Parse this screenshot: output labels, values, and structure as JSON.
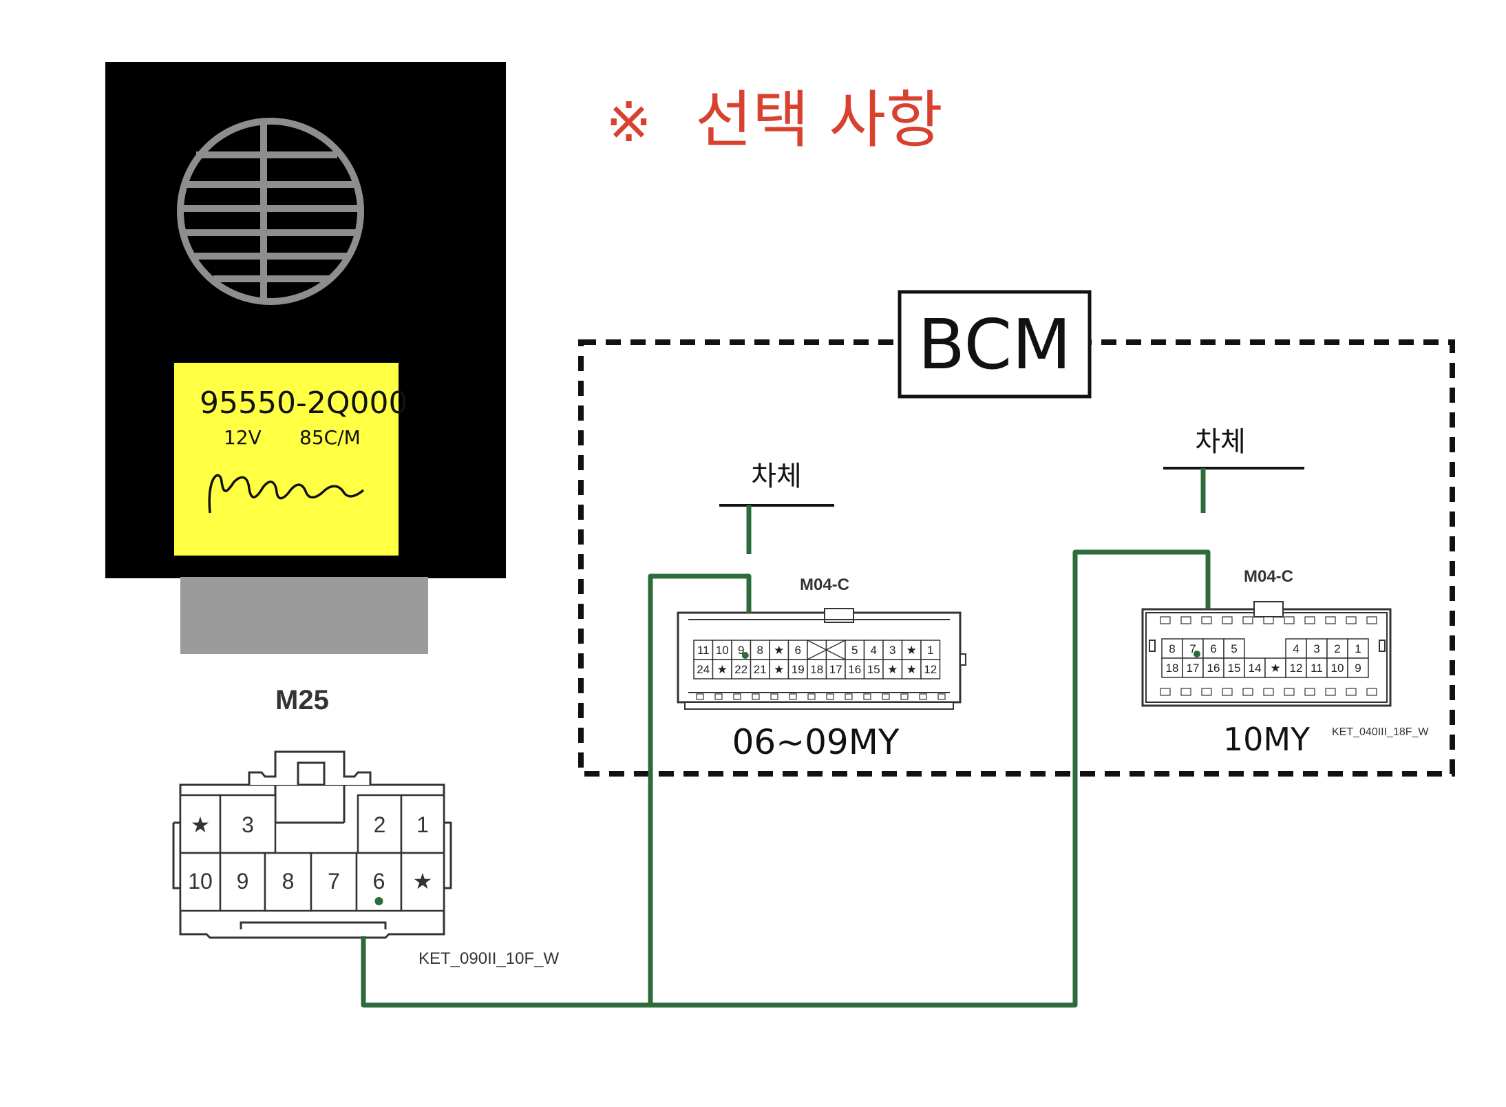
{
  "title": {
    "prefix": "※",
    "text": "선택 사항",
    "color": "#d8402f"
  },
  "module": {
    "icon": "speaker-grille-icon",
    "part_number": "95550-2Q000",
    "voltage": "12V",
    "spec": "85C/M",
    "label_color": "#ffff44",
    "body_color": "#000000",
    "base_color": "#9b9b9b"
  },
  "m25": {
    "name": "M25",
    "type_code": "KET_090II_10F_W",
    "row1": [
      "★",
      "3",
      "",
      "",
      "2",
      "1"
    ],
    "row2": [
      "10",
      "9",
      "8",
      "7",
      "6",
      "★"
    ],
    "active_pin": "6"
  },
  "bcm": {
    "label": "BCM",
    "left": {
      "ground_label": "차체",
      "name": "M04-C",
      "model_year": "06~09MY",
      "row1": [
        "11",
        "10",
        "9",
        "8",
        "★",
        "6",
        "",
        "",
        "5",
        "4",
        "3",
        "★",
        "1"
      ],
      "row2": [
        "24",
        "★",
        "22",
        "21",
        "★",
        "19",
        "18",
        "17",
        "16",
        "15",
        "★",
        "★",
        "12"
      ],
      "active_pin": "9"
    },
    "right": {
      "ground_label": "차체",
      "name": "M04-C",
      "model_year": "10MY",
      "type_code": "KET_040III_18F_W",
      "row1": [
        "8",
        "7",
        "6",
        "5",
        "",
        "",
        "4",
        "3",
        "2",
        "1"
      ],
      "row2": [
        "18",
        "17",
        "16",
        "15",
        "14",
        "★",
        "12",
        "11",
        "10",
        "9"
      ],
      "active_pin": "7"
    }
  },
  "wire_color": "#2e6b3a"
}
